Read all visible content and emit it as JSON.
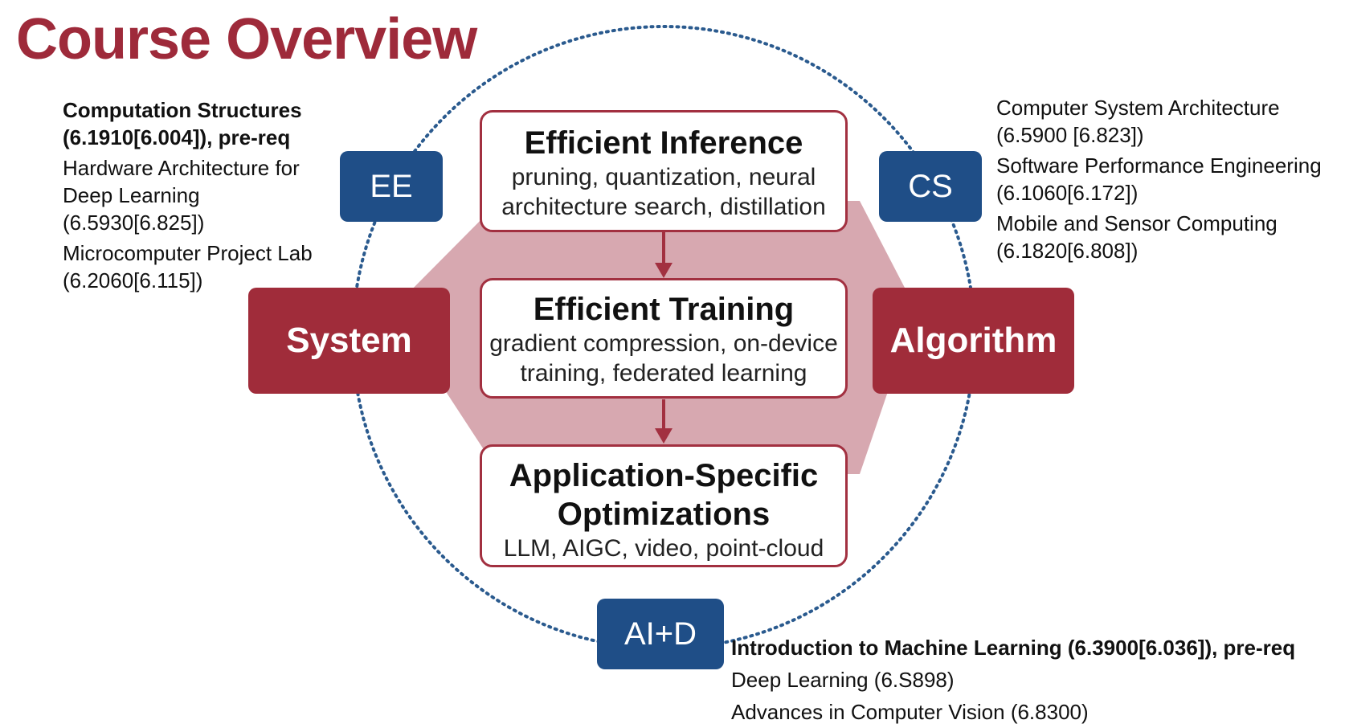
{
  "title": "Course Overview",
  "colors": {
    "maroon": "#a02c3a",
    "blue": "#1f4e87",
    "diamond": "#d7a8b0",
    "dotted_circle": "#2a5a8e"
  },
  "panels": {
    "inference": {
      "title": "Efficient Inference",
      "subtitle_1": "pruning, quantization, neural",
      "subtitle_2": "architecture search, distillation"
    },
    "training": {
      "title": "Efficient Training",
      "subtitle_1": "gradient compression, on-device",
      "subtitle_2": "training, federated learning"
    },
    "application": {
      "title_1": "Application-Specific",
      "title_2": "Optimizations",
      "subtitle": "LLM, AIGC, video, point-cloud"
    }
  },
  "tags": {
    "ee": "EE",
    "cs": "CS",
    "aid": "AI+D",
    "system": "System",
    "algorithm": "Algorithm"
  },
  "ee_courses": {
    "c1_l1": "Computation Structures",
    "c1_l2": "(6.1910[6.004]), pre-req",
    "c2_l1": "Hardware Architecture for",
    "c2_l2": "Deep Learning",
    "c2_l3": "(6.5930[6.825])",
    "c3_l1": "Microcomputer Project Lab",
    "c3_l2": "(6.2060[6.115])"
  },
  "cs_courses": {
    "c1_l1": "Computer System Architecture",
    "c1_l2": "(6.5900 [6.823])",
    "c2_l1": "Software Performance Engineering",
    "c2_l2": "(6.1060[6.172])",
    "c3_l1": "Mobile and Sensor Computing",
    "c3_l2": "(6.1820[6.808])"
  },
  "aid_courses": {
    "c1": "Introduction to Machine Learning (6.3900[6.036]), pre-req",
    "c2": "Deep Learning (6.S898)",
    "c3": "Advances in Computer Vision (6.8300)"
  }
}
